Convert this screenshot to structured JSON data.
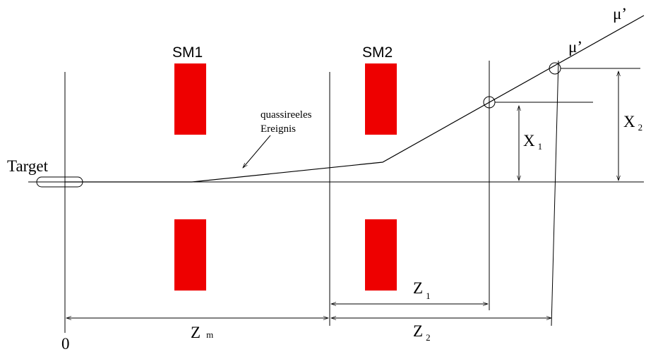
{
  "diagram": {
    "magnets": [
      {
        "label": "SM1"
      },
      {
        "label": "SM2"
      }
    ],
    "target_label": "Target",
    "annotation": {
      "line1": "quassireeles",
      "line2": "Ereignis"
    },
    "muon_labels": {
      "outer": "μ’",
      "inner": "μ’"
    },
    "distances": {
      "x1": {
        "main": "X",
        "sub": "1"
      },
      "x2": {
        "main": "X",
        "sub": "2"
      },
      "z1": {
        "main": "Z",
        "sub": "1"
      },
      "z2": {
        "main": "Z",
        "sub": "2"
      },
      "zm": {
        "main": "Z",
        "sub": "m"
      }
    },
    "origin_label": "0",
    "colors": {
      "magnet_fill": "#ee0000",
      "line": "#000000"
    }
  }
}
